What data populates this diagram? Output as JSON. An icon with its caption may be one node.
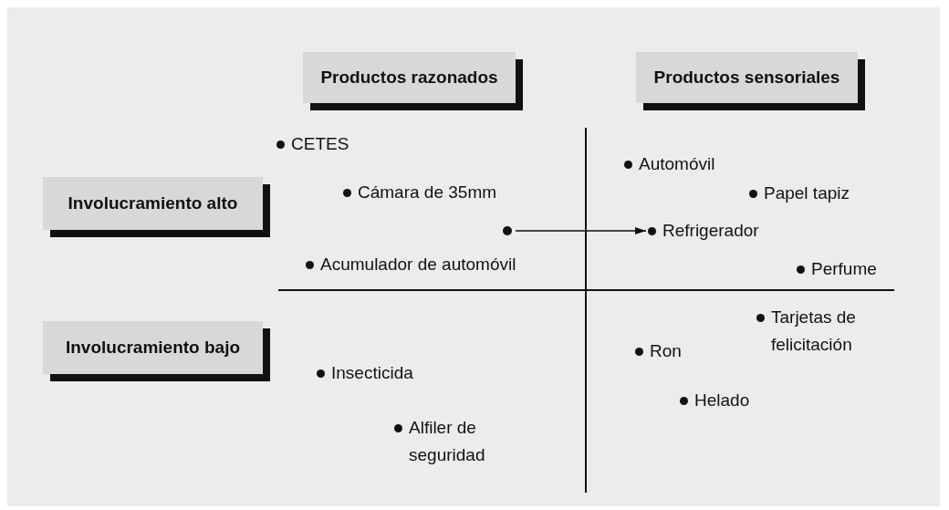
{
  "diagram": {
    "nodes": [
      {
        "text": [
          "Productos razonados"
        ]
      },
      {
        "text": [
          "Productos sensoriales"
        ]
      },
      {
        "text": [
          "Involucramiento alto"
        ]
      },
      {
        "text": [
          "Involucramiento bajo"
        ]
      },
      {
        "text": [],
        "shape": "circle"
      },
      {
        "text": [
          "Refrigerador"
        ]
      }
    ],
    "edges": [
      {
        "from": 4,
        "to": 5,
        "arrow": "to"
      }
    ],
    "labels": [
      "CETES",
      "Automóvil",
      "Cámara de 35mm",
      "Papel tapiz",
      "Acumulador de automóvil",
      "Perfume",
      "Tarjetas de felicitación",
      "Ron",
      "Insecticida",
      "Helado",
      "Alfiler de seguridad"
    ]
  }
}
